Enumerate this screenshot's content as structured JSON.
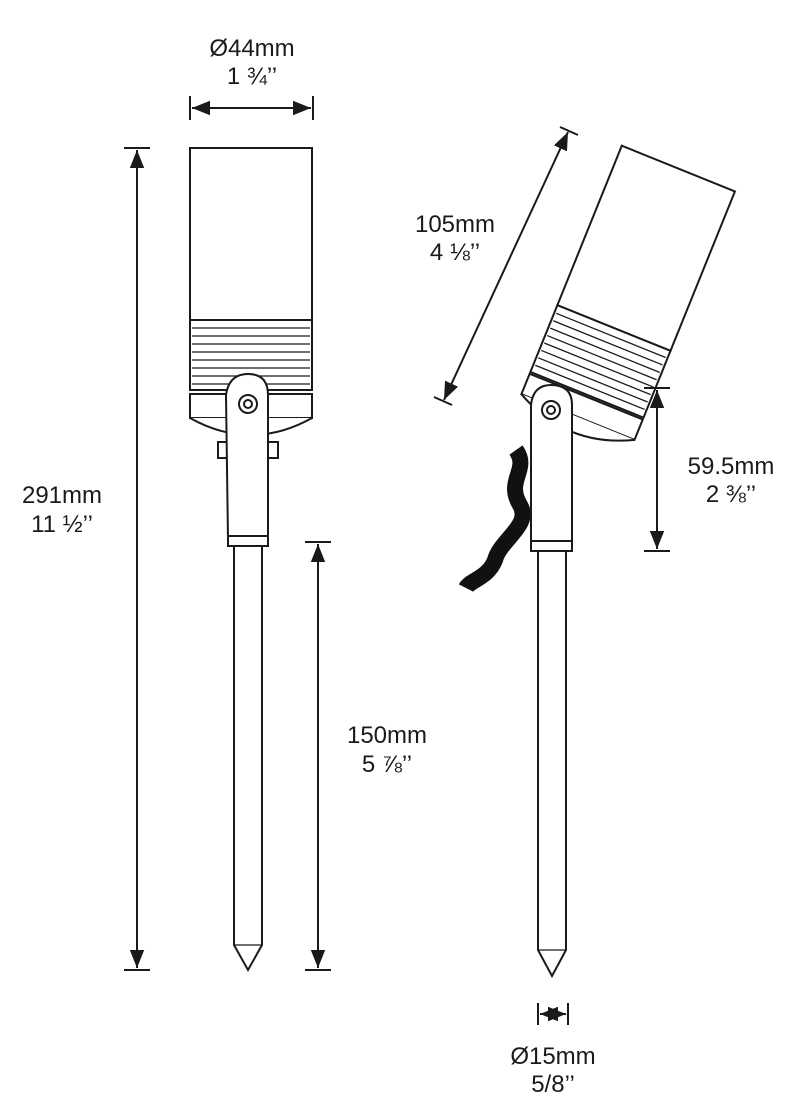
{
  "dimensions": {
    "head_diameter": {
      "metric": "Ø44mm",
      "imperial": "1 ¾’’"
    },
    "overall_height": {
      "metric": "291mm",
      "imperial": "11 ½’’"
    },
    "spike_length": {
      "metric": "150mm",
      "imperial": "5 ⅞’’"
    },
    "head_length": {
      "metric": "105mm",
      "imperial": "4 ⅛’’"
    },
    "knuckle_height": {
      "metric": "59.5mm",
      "imperial": "2 ⅜’’"
    },
    "spike_diameter": {
      "metric": "Ø15mm",
      "imperial": "5/8’’"
    }
  },
  "colors": {
    "line": "#1a1a1a",
    "cable": "#111111",
    "background": "#ffffff"
  }
}
